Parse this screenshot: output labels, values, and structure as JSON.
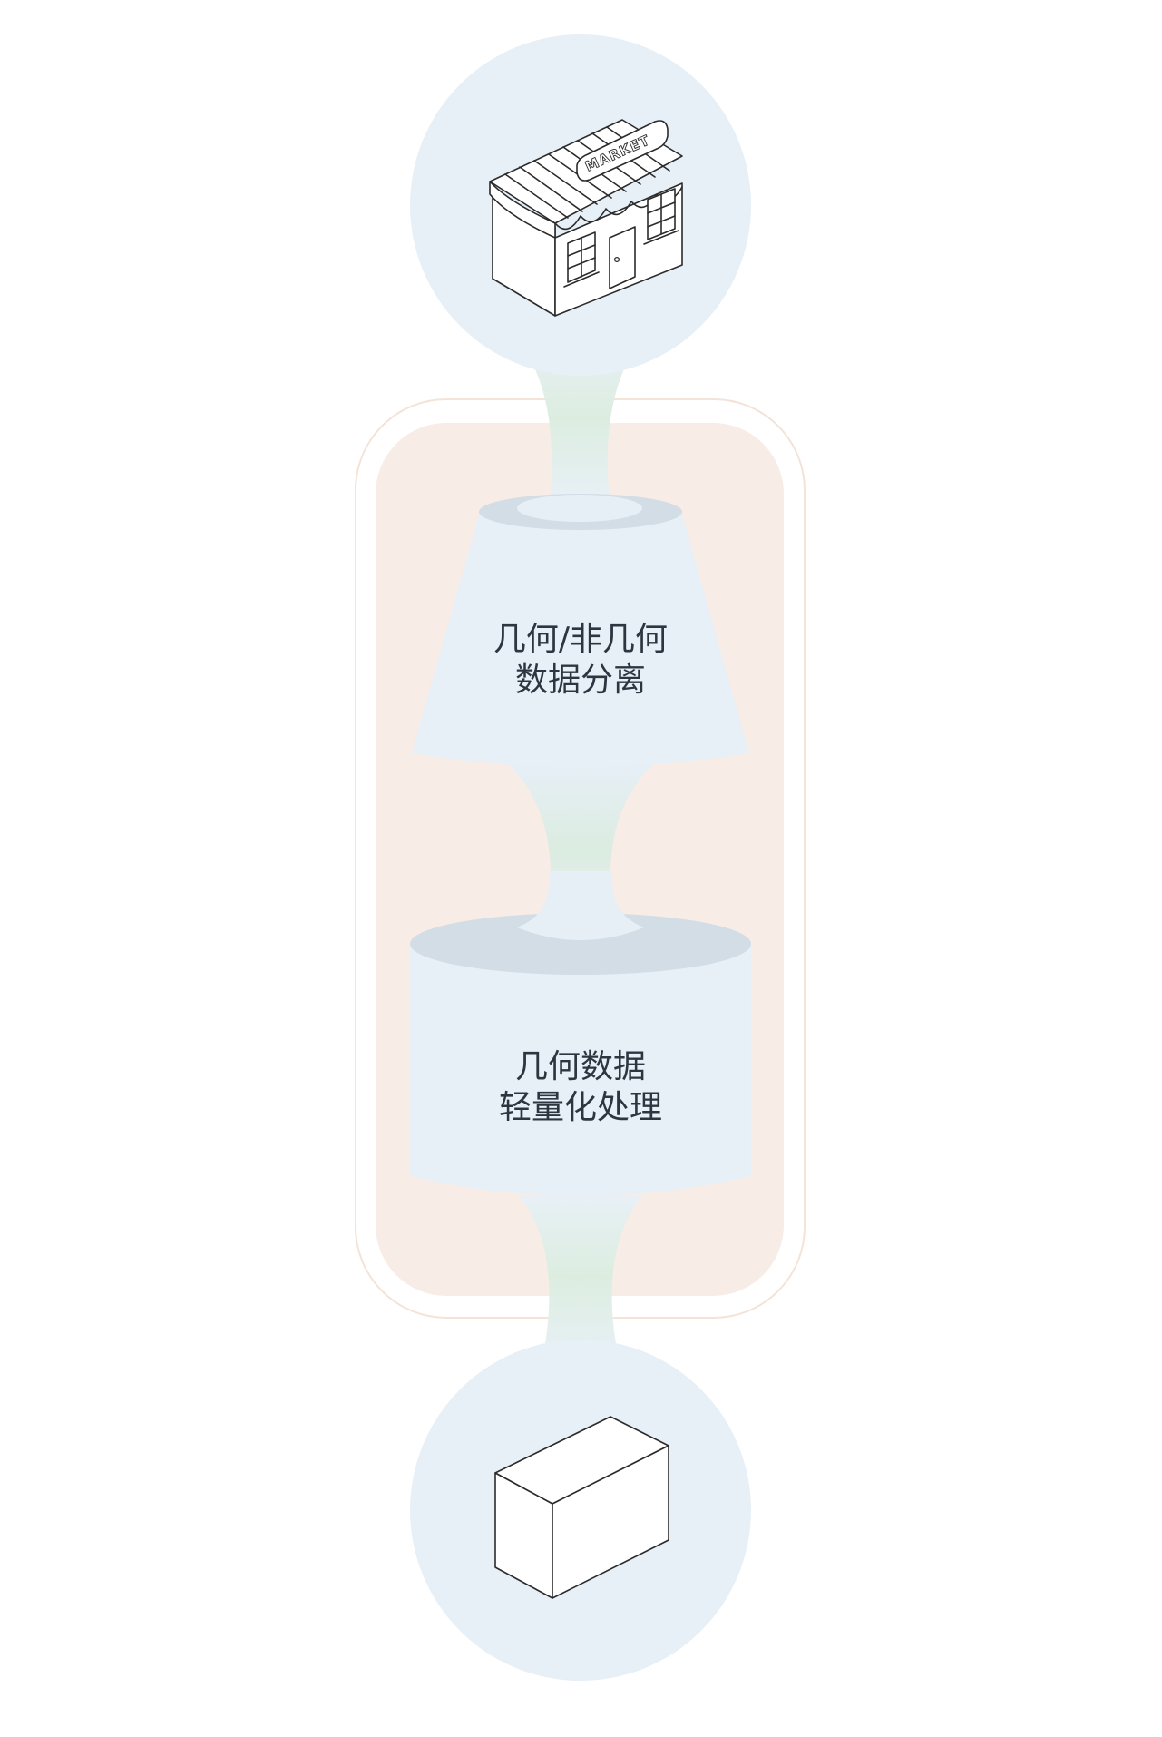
{
  "source": {
    "name": "market building",
    "icon": "market-store-icon",
    "sign_text": "MARKET"
  },
  "stages": [
    {
      "line1": "几何/非几何",
      "line2": "数据分离"
    },
    {
      "line1": "几何数据",
      "line2": "轻量化处理"
    }
  ],
  "output": {
    "icon": "box-icon"
  },
  "colors": {
    "node_fill": "#e7eff7",
    "node_top": "#d3dde6",
    "connector": "#dfeee4",
    "process_panel": "#f7ece6",
    "panel_outline": "#f3e3d9",
    "label_text": "#2d3540"
  }
}
